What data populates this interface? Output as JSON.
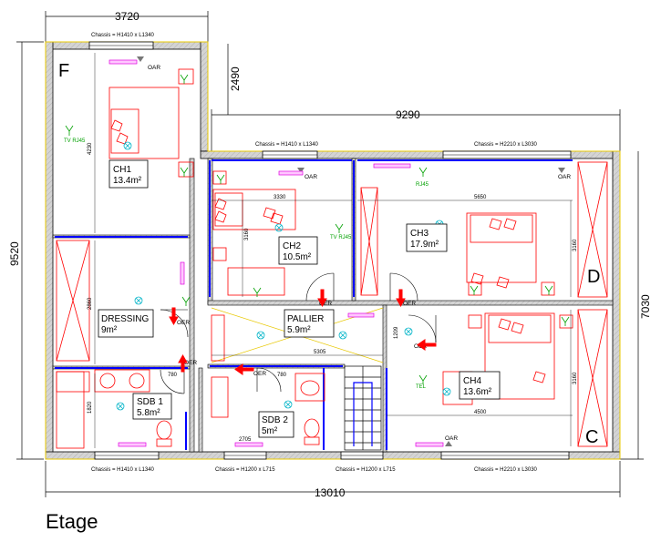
{
  "title": "Etage",
  "dimensions": {
    "top_left_width": "3720",
    "step_height": "2490",
    "right_width": "9290",
    "total_height": "9520",
    "right_height": "7030",
    "total_width": "13010",
    "inner_3330": "3330",
    "inner_5650": "5650",
    "inner_5305": "5305",
    "inner_4500": "4500",
    "v_4230": "4230",
    "v_3160_ch2": "3160",
    "v_3160_ch3": "3160",
    "v_3160_ch4": "3160",
    "v_2860": "2860",
    "v_1820": "1820",
    "v_1209": "1209",
    "v_780a": "780",
    "v_780b": "780",
    "v_2705": "2705"
  },
  "windows": {
    "top_ch1": "Chassis = H1410 x L1340",
    "top_ch2": "Chassis = H1410 x L1340",
    "top_ch3": "Chassis = H2210 x L3030",
    "bottom_sdb1": "Chassis = H1410 x L1340",
    "bottom_sdb2": "Chassis = H1200 x L715",
    "bottom_stair": "Chassis = H1200 x L715",
    "bottom_ch4": "Chassis = H2210 x L3030"
  },
  "oar_label": "OAR",
  "oer_label": "OER",
  "rooms": {
    "ch1": {
      "name": "CH1",
      "area": "13.4m²"
    },
    "ch2": {
      "name": "CH2",
      "area": "10.5m²"
    },
    "ch3": {
      "name": "CH3",
      "area": "17.9m²"
    },
    "ch4": {
      "name": "CH4",
      "area": "13.6m²"
    },
    "dressing": {
      "name": "DRESSING",
      "area": "9m²"
    },
    "palier": {
      "name": "PALLIER",
      "area": "5.9m²"
    },
    "sdb1": {
      "name": "SDB 1",
      "area": "5.8m²"
    },
    "sdb2": {
      "name": "SDB 2",
      "area": "5m²"
    }
  },
  "letters": {
    "f": "F",
    "d": "D",
    "c": "C"
  },
  "socket_labels": {
    "tv_rj45": "TV RJ45",
    "rj45": "RJ45",
    "tel": "TEL"
  },
  "colors": {
    "wall": "#d8d8d8",
    "wall_line": "#000000",
    "red": "#ff0000",
    "blue": "#0000ff",
    "cyan": "#00b4c8",
    "green": "#00a000",
    "magenta": "#e000e0",
    "yellow": "#e8c800"
  }
}
